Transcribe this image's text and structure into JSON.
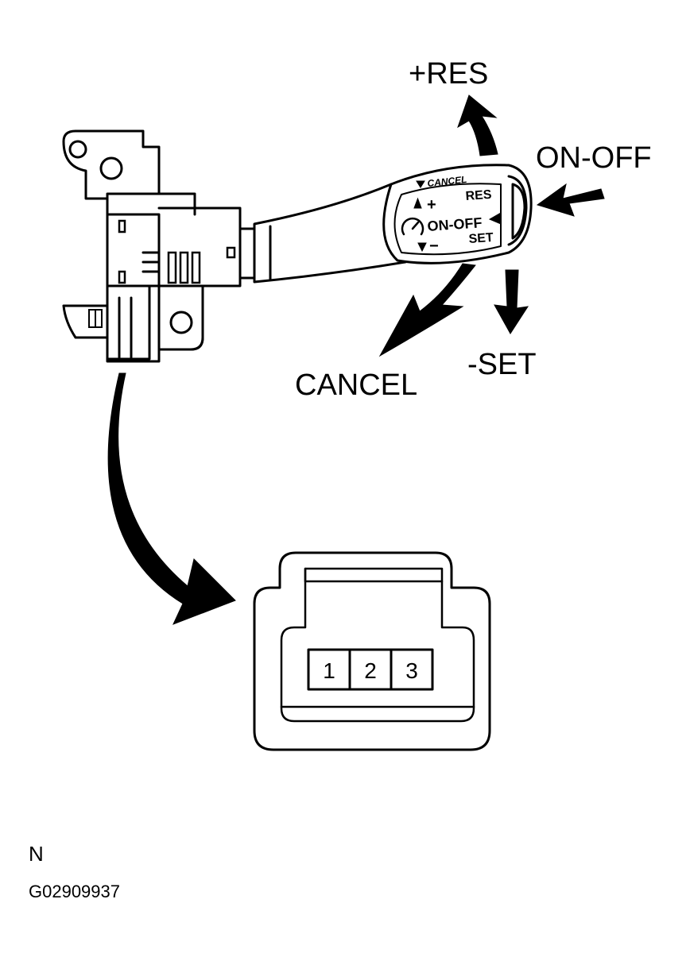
{
  "labels": {
    "res": "+RES",
    "on_off": "ON-OFF",
    "set": "-SET",
    "cancel": "CANCEL"
  },
  "lever_face": {
    "cancel": "CANCEL",
    "res": "RES",
    "on_off": "ON-OFF",
    "set": "SET",
    "plus": "+",
    "minus": "−"
  },
  "connector": {
    "pins": [
      "1",
      "2",
      "3"
    ]
  },
  "footer": {
    "view_code": "N",
    "figure_id": "G02909937"
  }
}
